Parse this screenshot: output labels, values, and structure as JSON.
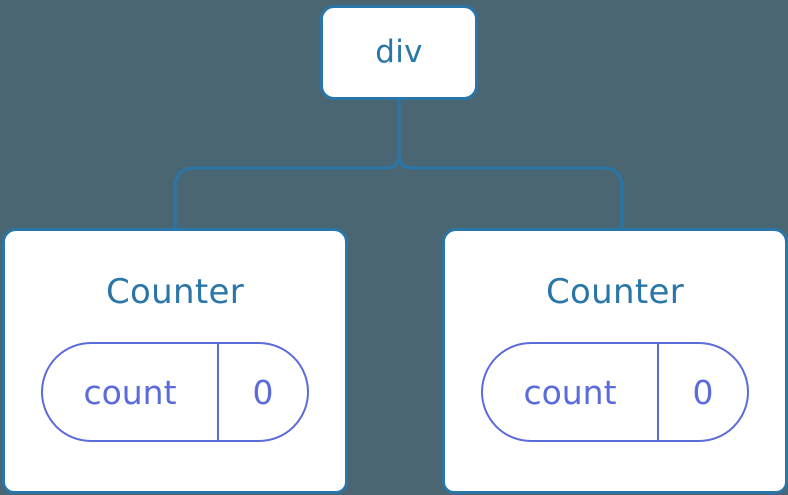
{
  "diagram": {
    "type": "component-tree",
    "background_color": "#4a6672",
    "node_border_color": "#2a76a8",
    "node_fill_color": "#ffffff",
    "node_title_color": "#2a76a8",
    "state_pill_color": "#5b6bd9",
    "connector_color": "#2a76a8"
  },
  "root": {
    "label": "div"
  },
  "children": [
    {
      "label": "Counter",
      "state": {
        "key": "count",
        "value": "0"
      }
    },
    {
      "label": "Counter",
      "state": {
        "key": "count",
        "value": "0"
      }
    }
  ]
}
